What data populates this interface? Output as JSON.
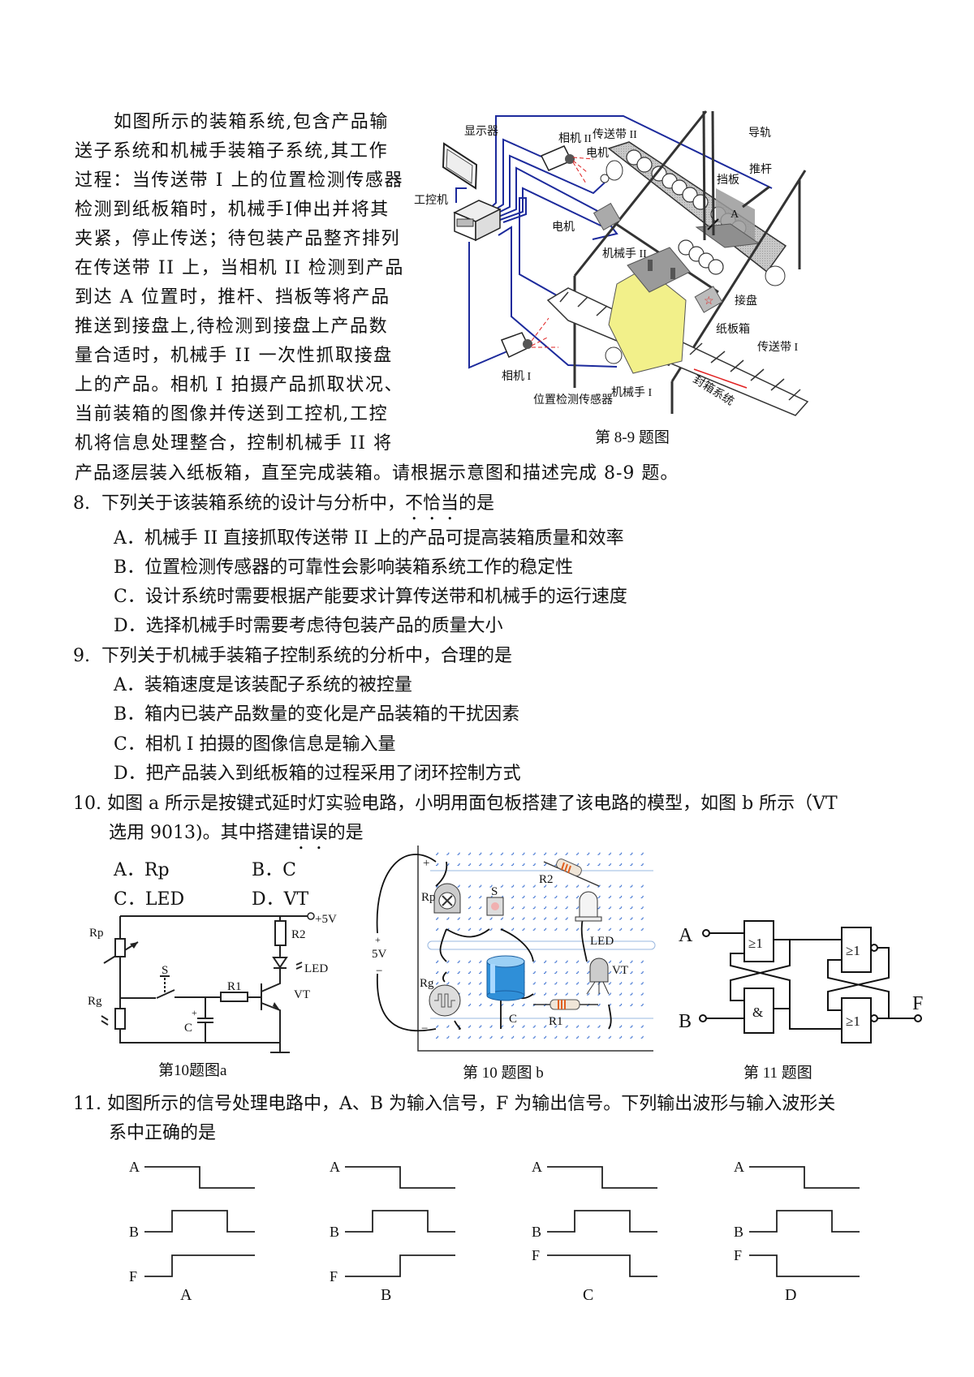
{
  "intro": {
    "lines": [
      "如图所示的装箱系统,包含产品输",
      "送子系统和机械手装箱子系统,其工作",
      "过程：当传送带 I 上的位置检测传感器",
      "检测到纸板箱时，机械手I伸出并将其",
      "夹紧，停止传送；待包装产品整齐排列",
      "在传送带 II 上，当相机 II 检测到产品",
      "到达 A 位置时，推杆、挡板等将产品",
      "推送到接盘上,待检测到接盘上产品数",
      "量合适时，机械手 II 一次性抓取接盘",
      "上的产品。相机 I 拍摄产品抓取状况、",
      "当前装箱的图像并传送到工控机,工控",
      "机将信息处理整合，控制机械手 II 将",
      "产品逐层装入纸板箱，直至完成装箱。请根据示意图和描述完成 8-9 题。"
    ]
  },
  "figure_8_9": {
    "caption": "第 8-9 题图",
    "labels": {
      "monitor": "显示器",
      "camera2": "相机 II",
      "belt2": "传送带 II",
      "rail": "导轨",
      "motor1": "电机",
      "pushrod": "推杆",
      "baffle": "挡板",
      "ipc": "工控机",
      "motor2": "电机",
      "arm2": "机械手 II",
      "tray": "接盘",
      "carton": "纸板箱",
      "belt1": "传送带 I",
      "camera1": "相机 I",
      "sensor": "位置检测传感器",
      "arm1": "机械手 I",
      "sealer": "封箱系统",
      "pos_a": "A"
    }
  },
  "q8": {
    "number": "8.",
    "stem_before": "下列关于该装箱系统的设计与分析中，",
    "stem_emph": "不恰当",
    "stem_after": "的是",
    "options": [
      "A．机械手 II 直接抓取传送带 II 上的产品可提高装箱质量和效率",
      "B．位置检测传感器的可靠性会影响装箱系统工作的稳定性",
      "C．设计系统时需要根据产能要求计算传送带和机械手的运行速度",
      "D．选择机械手时需要考虑待包装产品的质量大小"
    ]
  },
  "q9": {
    "number": "9.",
    "stem": "下列关于机械手装箱子控制系统的分析中，合理的是",
    "options": [
      "A．装箱速度是该装配子系统的被控量",
      "B．箱内已装产品数量的变化是产品装箱的干扰因素",
      "C．相机 I 拍摄的图像信息是输入量",
      "D．把产品装入到纸板箱的过程采用了闭环控制方式"
    ]
  },
  "q10": {
    "number": "10.",
    "stem_line1": "如图 a 所示是按键式延时灯实验电路，小明用面包板搭建了该电路的模型，如图 b 所示（VT",
    "stem_line2_before": "选用 9013)。其中搭建",
    "stem_emph": "错误",
    "stem_after": "的是",
    "options": [
      "A．Rp",
      "B．C",
      "C．LED",
      "D．VT"
    ],
    "figure_a": {
      "caption": "第10题图a",
      "labels": {
        "rp": "Rp",
        "rg": "Rg",
        "s": "S",
        "r1": "R1",
        "r2": "R2",
        "c": "C",
        "c_plus": "+",
        "led": "LED",
        "vt": "VT",
        "supply": "+5V"
      }
    },
    "figure_b": {
      "caption": "第 10 题图 b",
      "labels": {
        "plus": "+",
        "minus": "−",
        "volt": "5V",
        "rail_plus": "+",
        "rail_minus": "−",
        "rp": "Rp",
        "s": "S",
        "r2": "R2",
        "led": "LED",
        "rg": "Rg",
        "c": "C",
        "vt": "VT",
        "r1": "R1"
      }
    }
  },
  "q11": {
    "number": "11.",
    "stem_line1": "如图所示的信号处理电路中，A、B 为输入信号，F 为输出信号。下列输出波形与输入波形关",
    "stem_line2": "系中正确的是",
    "figure": {
      "caption": "第 11 题图",
      "labels": {
        "a": "A",
        "b": "B",
        "f": "F",
        "or1": "≥1",
        "and1": "&",
        "nor1": "≥1",
        "nor2": "≥1"
      }
    },
    "waveform_options": [
      {
        "label": "A",
        "signals": {
          "A": [
            1,
            1,
            0,
            0
          ],
          "B": [
            0,
            1,
            1,
            0
          ],
          "F": [
            0,
            1,
            1,
            1
          ]
        }
      },
      {
        "label": "B",
        "signals": {
          "A": [
            1,
            1,
            0,
            0
          ],
          "B": [
            0,
            1,
            1,
            0
          ],
          "F": [
            0,
            0,
            1,
            1
          ]
        }
      },
      {
        "label": "C",
        "signals": {
          "A": [
            1,
            1,
            0,
            0
          ],
          "B": [
            0,
            1,
            1,
            0
          ],
          "F": [
            1,
            1,
            1,
            0
          ]
        }
      },
      {
        "label": "D",
        "signals": {
          "A": [
            1,
            1,
            0,
            0
          ],
          "B": [
            0,
            1,
            1,
            0
          ],
          "F": [
            1,
            0,
            0,
            0
          ]
        }
      }
    ],
    "signal_names": [
      "A",
      "B",
      "F"
    ]
  },
  "colors": {
    "wire_blue": "#1c2a9c",
    "carton_yellow": "#f2f08a",
    "capacitor_blue": "#2f8fd8",
    "hole_blue": "#3a6fd0",
    "laser_red": "#e02020"
  }
}
